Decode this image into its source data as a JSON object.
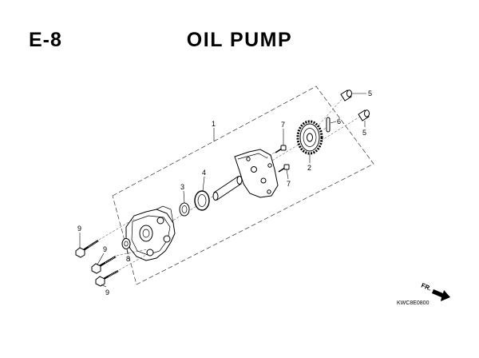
{
  "header": {
    "section_code": "E-8",
    "title": "OIL PUMP"
  },
  "callouts": {
    "c1": "1",
    "c2": "2",
    "c3": "3",
    "c4": "4",
    "c5a": "5",
    "c5b": "5",
    "c6": "6",
    "c7a": "7",
    "c7b": "7",
    "c8": "8",
    "c9a": "9",
    "c9b": "9",
    "c9c": "9"
  },
  "front_marker": "FR.",
  "diagram_code": "KWC8E0800",
  "colors": {
    "line": "#000000",
    "background": "#ffffff"
  }
}
